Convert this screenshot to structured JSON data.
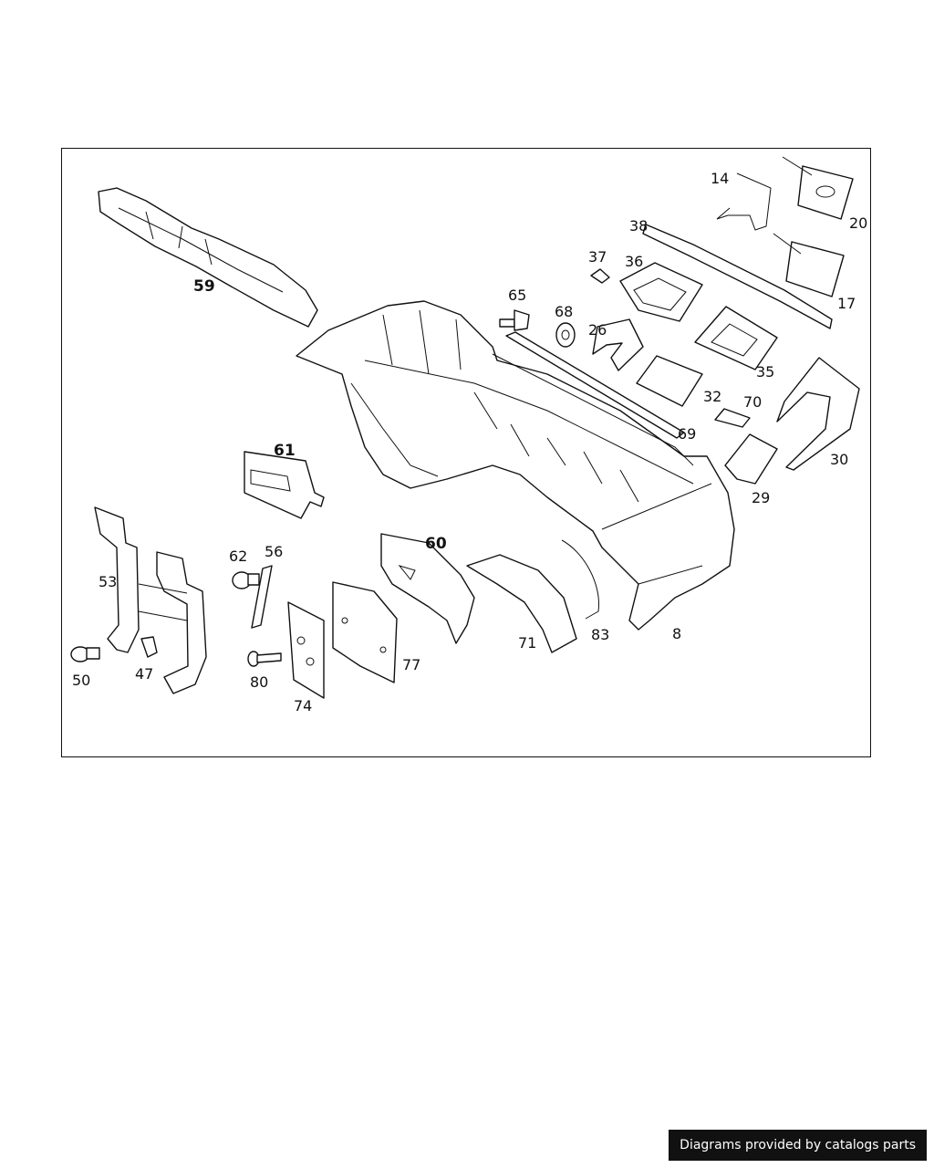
{
  "labels": {
    "l59": "59",
    "l61": "61",
    "l53": "53",
    "l50": "50",
    "l47": "47",
    "l62": "62",
    "l56": "56",
    "l80": "80",
    "l74": "74",
    "l77": "77",
    "l60": "60",
    "l71": "71",
    "l83": "83",
    "l8": "8",
    "l65": "65",
    "l68": "68",
    "l26": "26",
    "l37": "37",
    "l36": "36",
    "l38": "38",
    "l14": "14",
    "l20": "20",
    "l17": "17",
    "l35": "35",
    "l32": "32",
    "l70": "70",
    "l69": "69",
    "l30": "30",
    "l29": "29"
  },
  "credit": "Diagrams provided by catalogs parts"
}
